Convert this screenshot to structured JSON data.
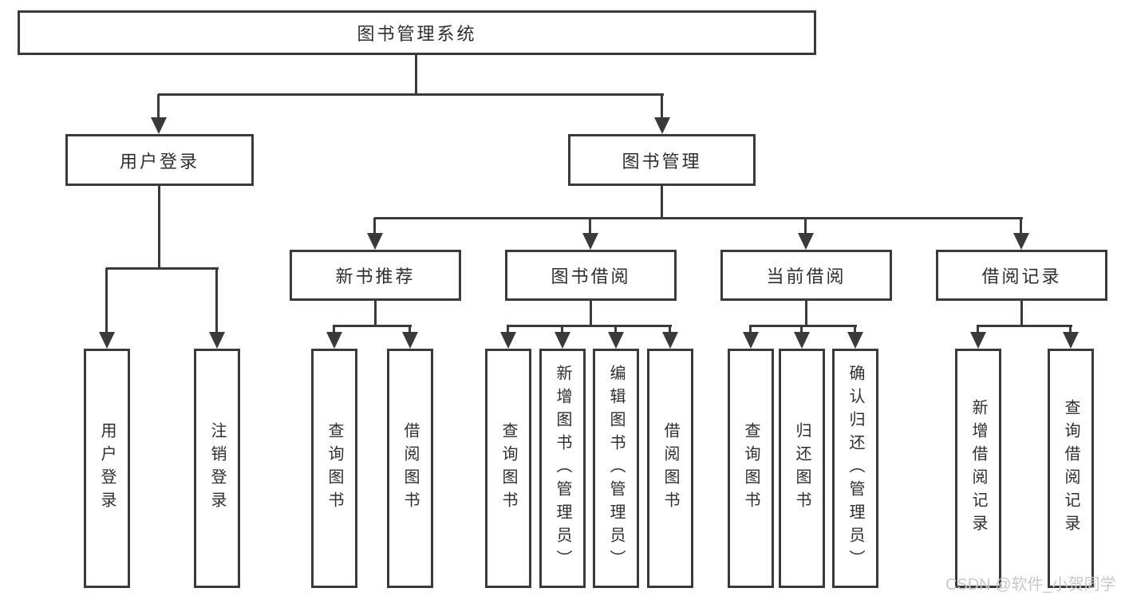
{
  "diagram": {
    "title": "图书管理系统",
    "colors": {
      "line": "#3a3a3a",
      "text": "#2e2e2e",
      "box_background": "#ffffff",
      "page_background": "#ffffff",
      "watermark": "#c8c8c8"
    },
    "nodes": {
      "root": "图书管理系统",
      "user_login": "用户登录",
      "book_management": "图书管理",
      "new_book_recommend": "新书推荐",
      "book_borrow": "图书借阅",
      "current_borrow": "当前借阅",
      "borrow_records": "借阅记录",
      "user_login_leaves": [
        "用户登录",
        "注销登录"
      ],
      "new_book_leaves": [
        "查询图书",
        "借阅图书"
      ],
      "book_borrow_leaves": [
        "查询图书",
        "新增图书（管理员）",
        "编辑图书（管理员）",
        "借阅图书"
      ],
      "current_borrow_leaves": [
        "查询图书",
        "归还图书",
        "确认归还（管理员）"
      ],
      "borrow_records_leaves": [
        "新增借阅记录",
        "查询借阅记录"
      ]
    },
    "watermark": "CSDN @软件_小贺同学"
  }
}
